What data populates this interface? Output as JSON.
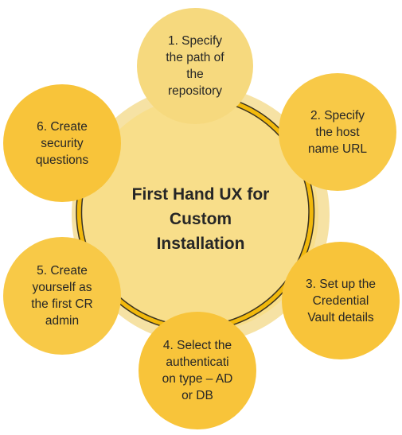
{
  "center": {
    "title": "First Hand UX for\nCustom\nInstallation"
  },
  "steps": [
    {
      "label": "1. Specify\nthe path of\nthe\nrepository"
    },
    {
      "label": "2. Specify\nthe host\nname URL"
    },
    {
      "label": "3. Set up the\nCredential\nVault details"
    },
    {
      "label": "4. Select the\nauthenticati\non type – AD\nor DB"
    },
    {
      "label": "5. Create\nyourself as\nthe first CR\nadmin"
    },
    {
      "label": "6. Create\nsecurity\nquestions"
    }
  ],
  "colors": {
    "center_fill": "#F8DE8A",
    "center_gear": "#F5E3A8",
    "step_1": "#F6D97E",
    "step_2": "#F8C947",
    "step_3": "#F8C43A",
    "step_4": "#F8C43A",
    "step_5": "#F8C947",
    "step_6": "#F8C43A",
    "arrow": "#F2B90C",
    "arrow_outline": "#3B3320"
  }
}
